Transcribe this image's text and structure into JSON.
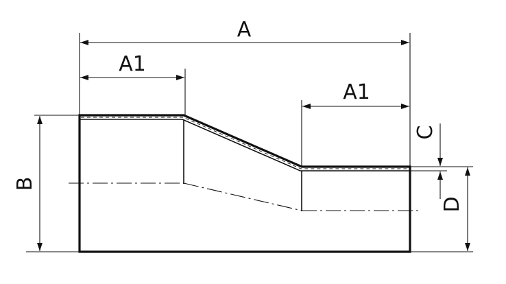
{
  "drawing": {
    "title": "",
    "labels": {
      "overall_length": "A",
      "end_length_left": "A1",
      "end_length_right": "A1",
      "large_diameter": "B",
      "wall_thickness": "C",
      "small_diameter": "D"
    },
    "colors": {
      "line": "#111111",
      "background": "#ffffff"
    }
  }
}
